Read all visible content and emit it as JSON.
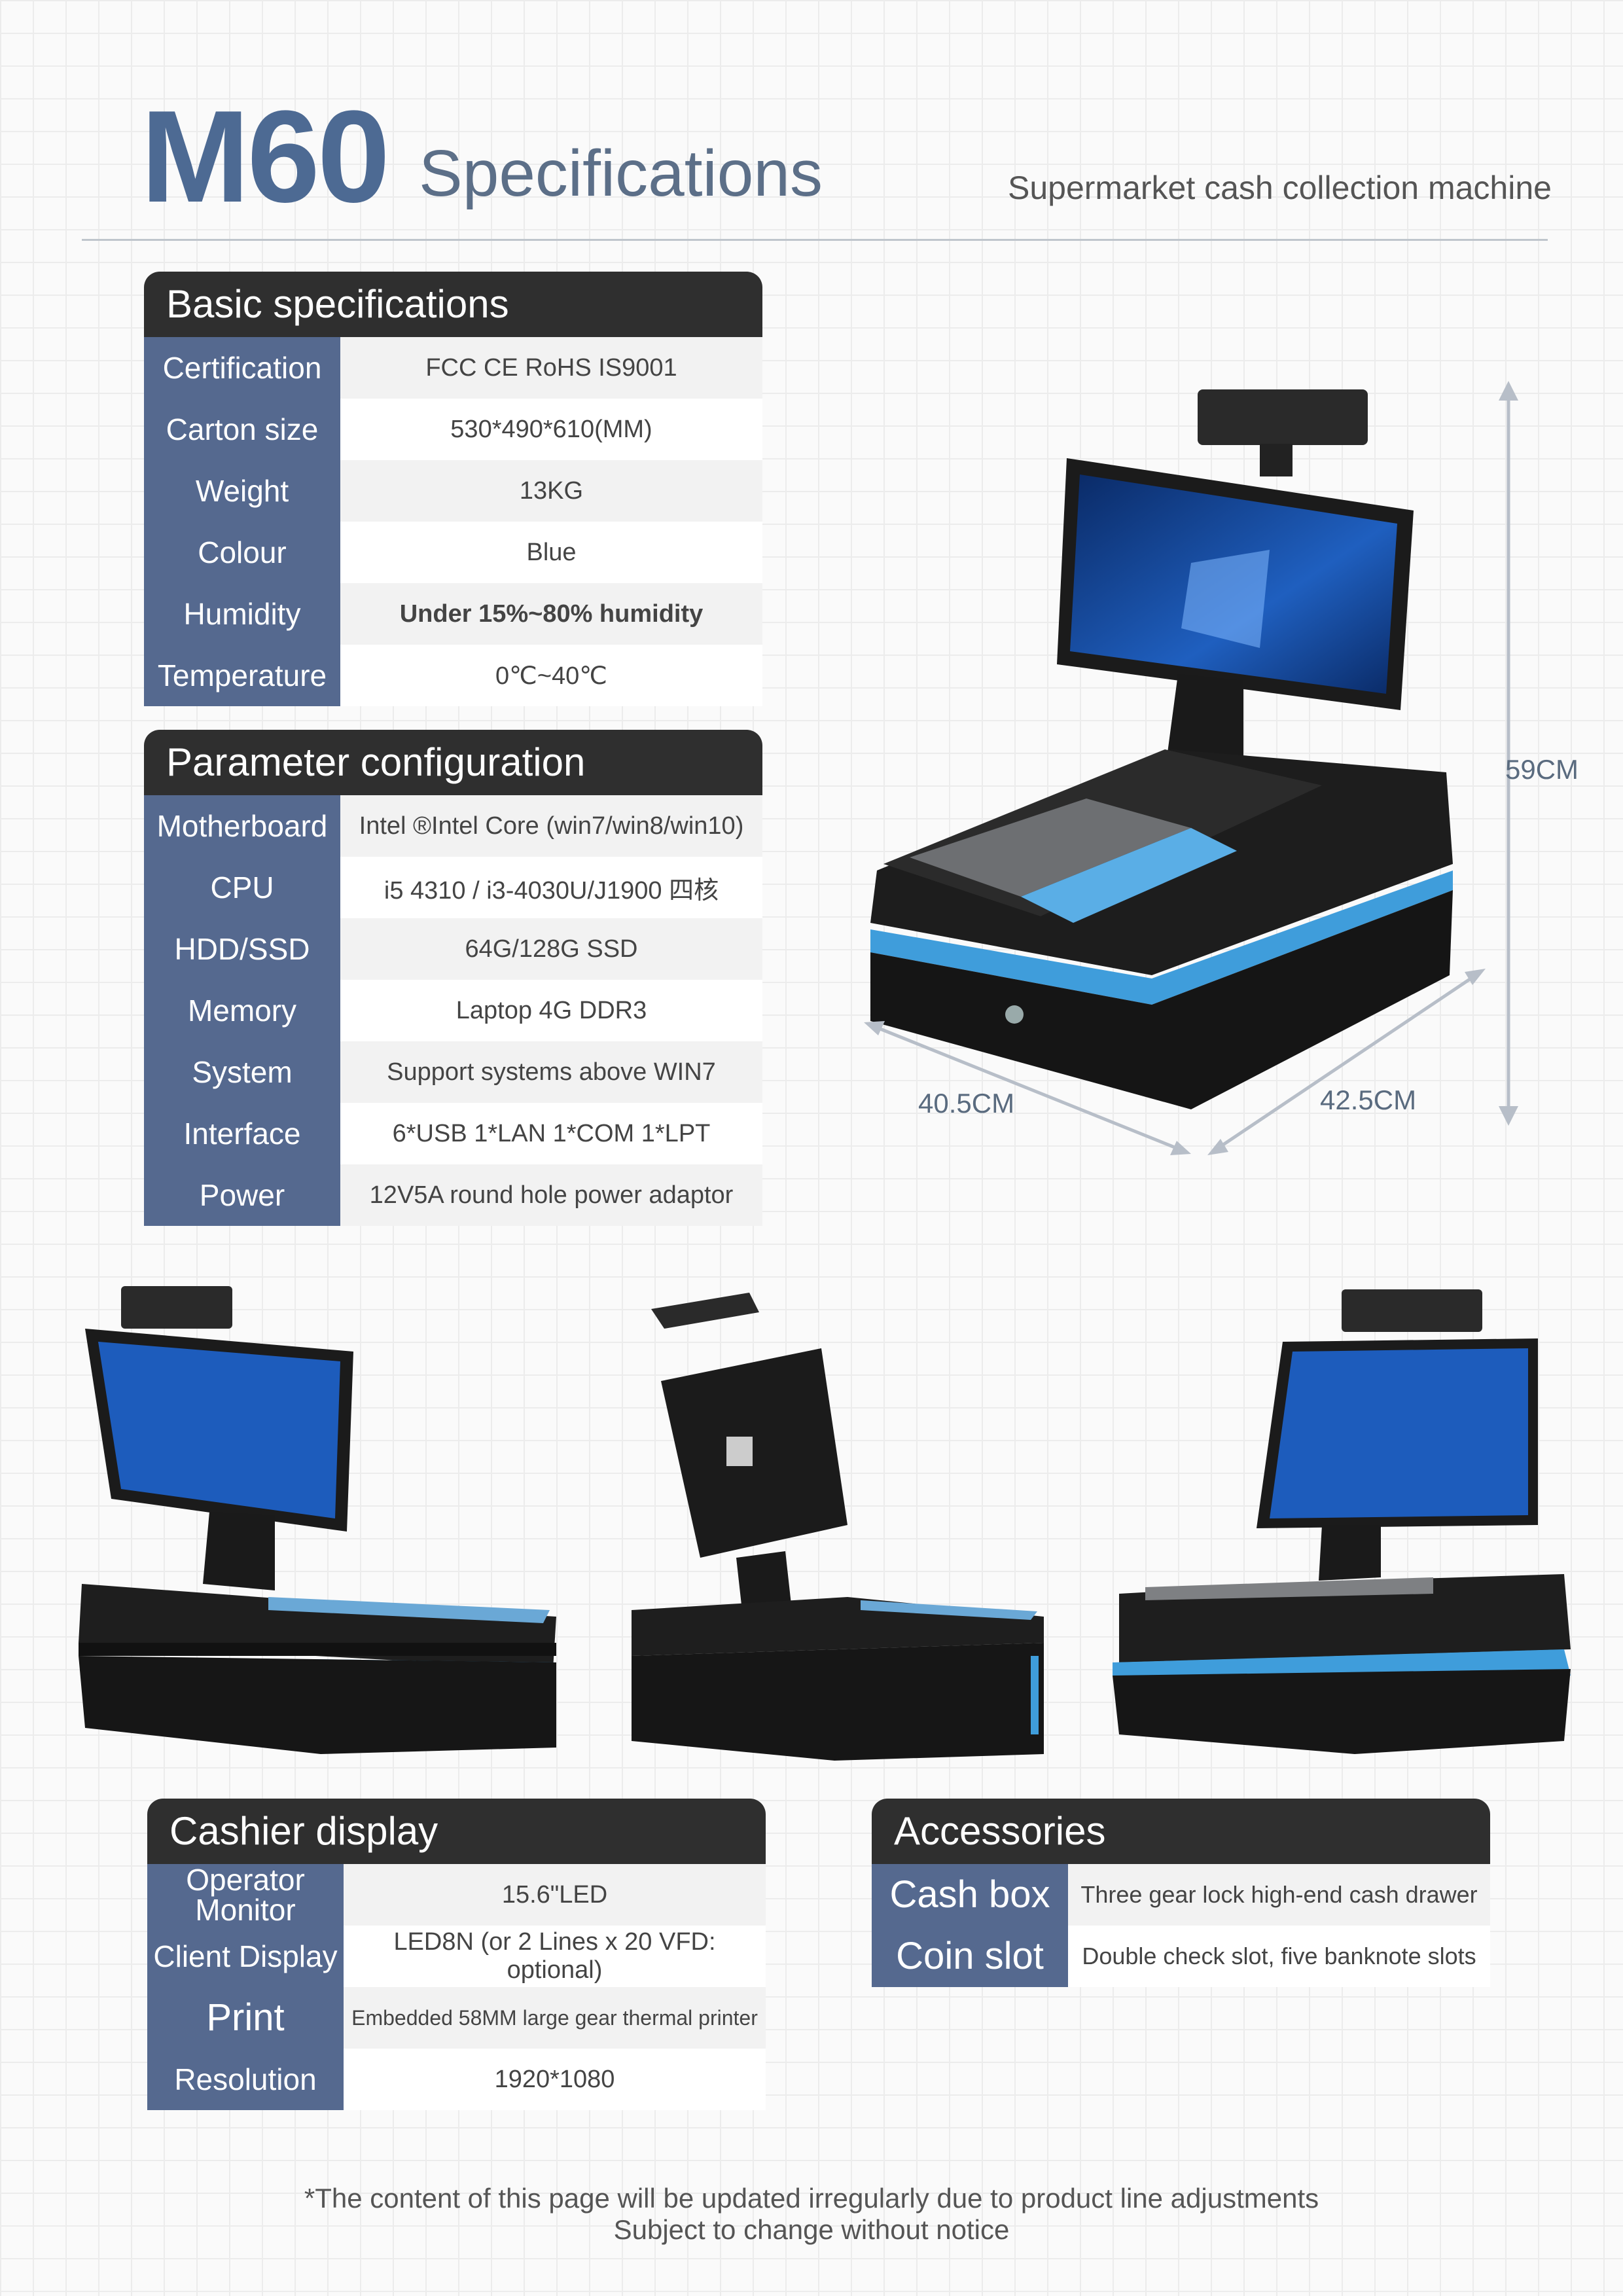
{
  "header": {
    "model": "M60",
    "title": "Specifications",
    "subtitle": "Supermarket cash collection machine"
  },
  "basic": {
    "heading": "Basic specifications",
    "rows": [
      {
        "label": "Certification",
        "value": "FCC  CE  RoHS IS9001"
      },
      {
        "label": "Carton size",
        "value": "530*490*610(MM)"
      },
      {
        "label": "Weight",
        "value": "13KG"
      },
      {
        "label": "Colour",
        "value": "Blue"
      },
      {
        "label": "Humidity",
        "value": "Under 15%~80% humidity"
      },
      {
        "label": "Temperature",
        "value": "0℃~40℃"
      }
    ]
  },
  "params": {
    "heading": "Parameter configuration",
    "rows": [
      {
        "label": "Motherboard",
        "value": "Intel ®Intel Core  (win7/win8/win10)"
      },
      {
        "label": "CPU",
        "value": "i5 4310 / i3-4030U/J1900 四核"
      },
      {
        "label": "HDD/SSD",
        "value": "64G/128G   SSD"
      },
      {
        "label": "Memory",
        "value": "Laptop 4G DDR3"
      },
      {
        "label": "System",
        "value": "Support systems above WIN7"
      },
      {
        "label": "Interface",
        "value": "6*USB  1*LAN  1*COM  1*LPT"
      },
      {
        "label": "Power",
        "value": "12V5A round hole power adaptor"
      }
    ]
  },
  "dimensions": {
    "height": "59CM",
    "width": "40.5CM",
    "depth": "42.5CM"
  },
  "cashier": {
    "heading": "Cashier display",
    "rows": [
      {
        "label": "Operator Monitor",
        "value": "15.6\"LED"
      },
      {
        "label": "Client Display",
        "value": "LED8N (or 2 Lines x 20  VFD: optional)"
      },
      {
        "label": "Print",
        "value": "Embedded 58MM large gear thermal printer"
      },
      {
        "label": "Resolution",
        "value": "1920*1080"
      }
    ]
  },
  "accessories": {
    "heading": "Accessories",
    "rows": [
      {
        "label": "Cash box",
        "value": "Three gear lock high-end cash drawer"
      },
      {
        "label": "Coin slot",
        "value": "Double check slot, five banknote slots"
      }
    ]
  },
  "footer": {
    "line1": "*The content of this page will be updated irregularly due to product line adjustments",
    "line2": "Subject to change without notice"
  },
  "colors": {
    "accent": "#4d6a93",
    "label_bg": "#55698f",
    "header_bg": "#2f2f2f",
    "product_blue": "#3f9ddb"
  }
}
